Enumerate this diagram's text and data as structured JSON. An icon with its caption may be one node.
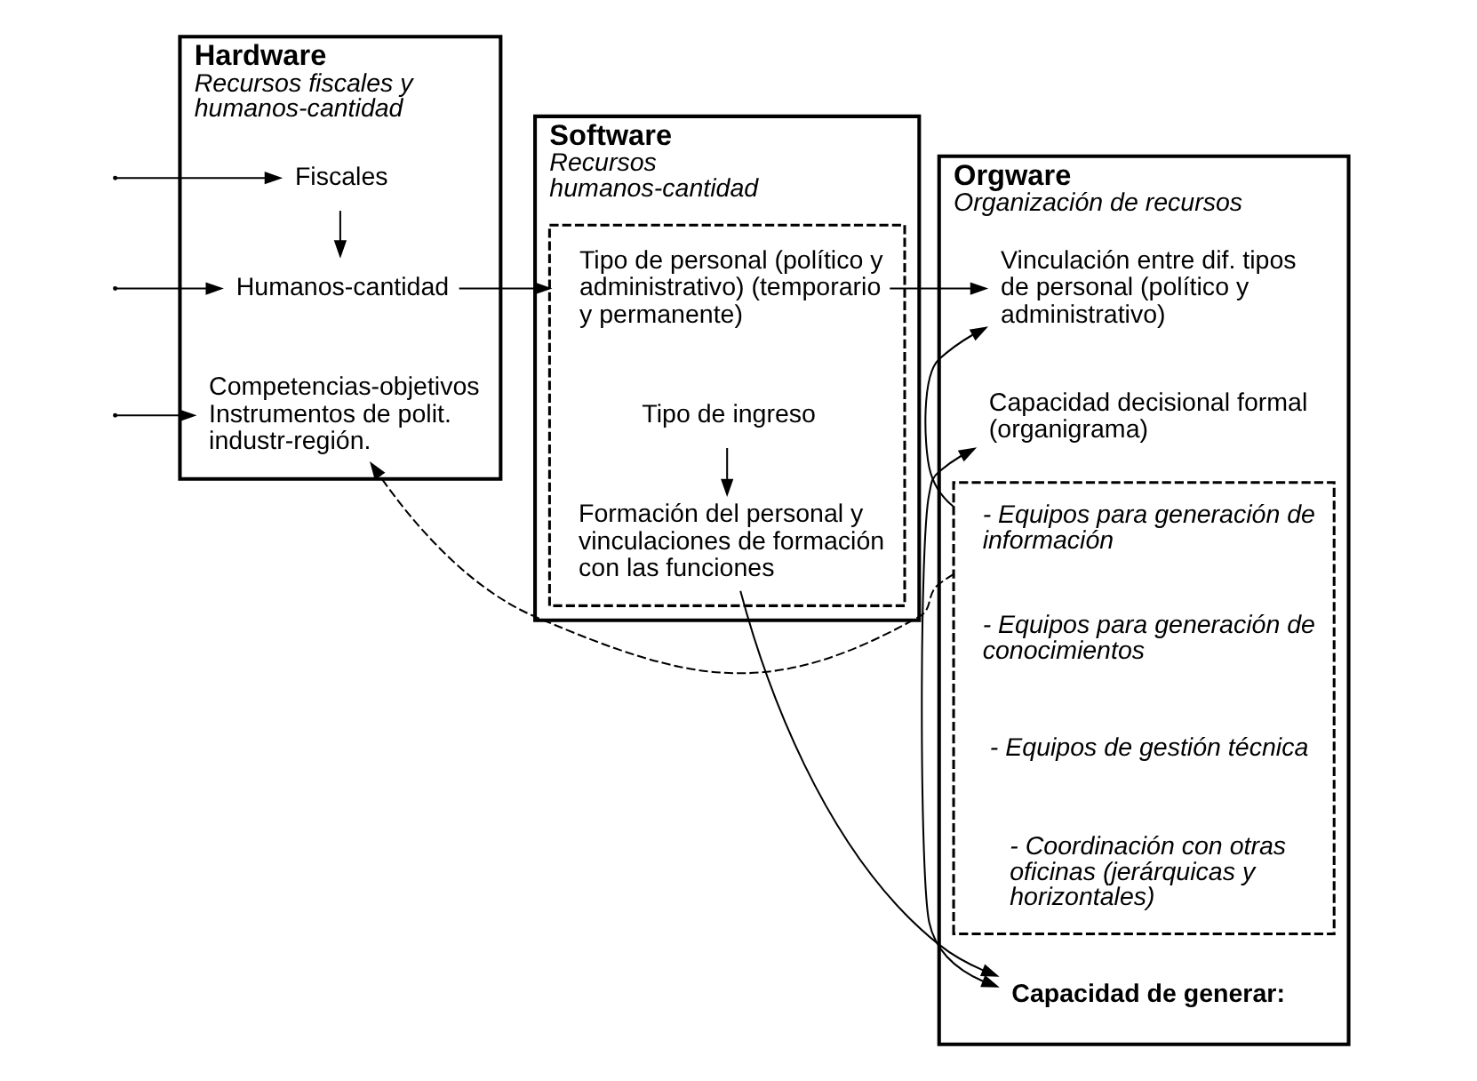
{
  "diagram": {
    "nodes": [
      {
        "text": [
          "Hardware",
          "Recursos fiscales y humanos-cantidad"
        ]
      },
      {
        "text": [
          "Fiscales"
        ],
        "in": 0
      },
      {
        "text": [
          "Humanos-cantidad"
        ],
        "in": 0
      },
      {
        "text": [
          "Competencias-objetivos Instrumentos de polit. industr-región."
        ],
        "in": 0
      },
      {
        "text": [
          "Software",
          "Recursos humanos-cantidad"
        ]
      },
      {
        "text": [],
        "shape": "bracket",
        "in": 4
      },
      {
        "text": [
          "Tipo de personal (político y administrativo) (temporario y permanente)"
        ],
        "in": 5
      },
      {
        "text": [
          "Tipo de ingreso"
        ],
        "in": 5
      },
      {
        "text": [
          "Formación del personal y vinculaciones de formación con las funciones"
        ],
        "in": 5
      },
      {
        "text": [
          "Orgware",
          "Organización de recursos"
        ]
      },
      {
        "text": [
          "Vinculación entre dif. tipos de personal (político y administrativo)"
        ],
        "in": 9
      },
      {
        "text": [
          "Capacidad decisional formal (organigrama)"
        ],
        "in": 9
      },
      {
        "text": [
          "Capacidad de generar:"
        ],
        "in": 9
      },
      {
        "text": [],
        "shape": "bracket",
        "in": 9
      },
      {
        "text": [
          "- Equipos para generación de información"
        ],
        "in": 13
      },
      {
        "text": [
          "- Equipos para generación de conocimientos"
        ],
        "in": 13
      },
      {
        "text": [
          "- Equipos de gestión técnica"
        ],
        "in": 13
      },
      {
        "text": [
          "- Coordinación con otras oficinas (jerárquicas y horizontales)"
        ],
        "in": 13
      }
    ],
    "edges": [
      {
        "from": null,
        "to": 1,
        "arrow": "to"
      },
      {
        "from": null,
        "to": 2,
        "arrow": "to"
      },
      {
        "from": null,
        "to": 3,
        "arrow": "to"
      },
      {
        "from": 1,
        "to": 2,
        "arrow": "to"
      },
      {
        "from": 2,
        "to": 5,
        "arrow": "to"
      },
      {
        "from": 7,
        "to": 8,
        "arrow": "to"
      },
      {
        "from": 6,
        "to": 10,
        "arrow": "to"
      },
      {
        "from": 8,
        "to": 12,
        "arrow": "to"
      },
      {
        "from": 11,
        "to": 12,
        "arrow": "both"
      },
      {
        "from": 13,
        "to": 10,
        "arrow": "to"
      },
      {
        "from": 13,
        "to": 3,
        "arrow": "to",
        "style": "dashed"
      }
    ]
  }
}
